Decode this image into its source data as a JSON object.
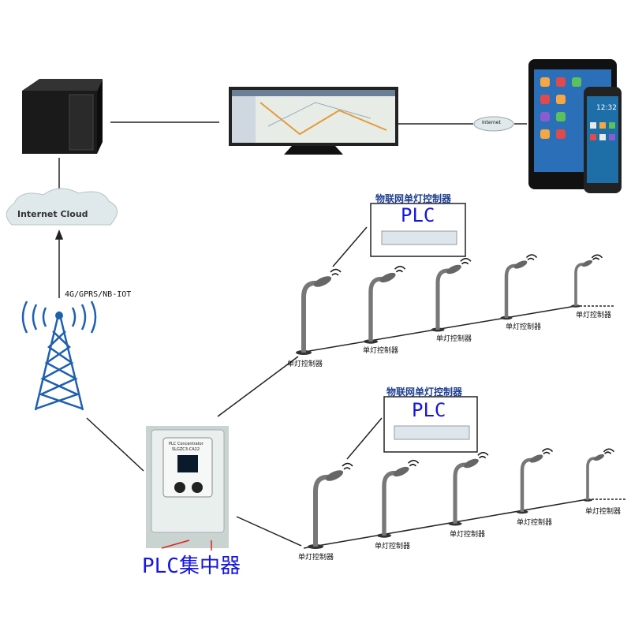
{
  "cloud_label": "Internet Cloud",
  "internet_label": "Internet",
  "link_label": "4G/GPRS/NB-IOT",
  "concentrator": {
    "label": "PLC集中器",
    "device_text_1": "PLC Concentrator",
    "device_text_2": "SLGZC3-CA22"
  },
  "rows": [
    {
      "box_title": "物联网单灯控制器",
      "box_plc": "PLC",
      "lamp_label": "单灯控制器"
    },
    {
      "box_title": "物联网单灯控制器",
      "box_plc": "PLC",
      "lamp_label": "单灯控制器"
    }
  ],
  "phone_time": "12:32",
  "colors": {
    "plc_blue": "#1515e0",
    "title_blue": "#1f3f8f",
    "cloud": "#dfe8ea"
  }
}
